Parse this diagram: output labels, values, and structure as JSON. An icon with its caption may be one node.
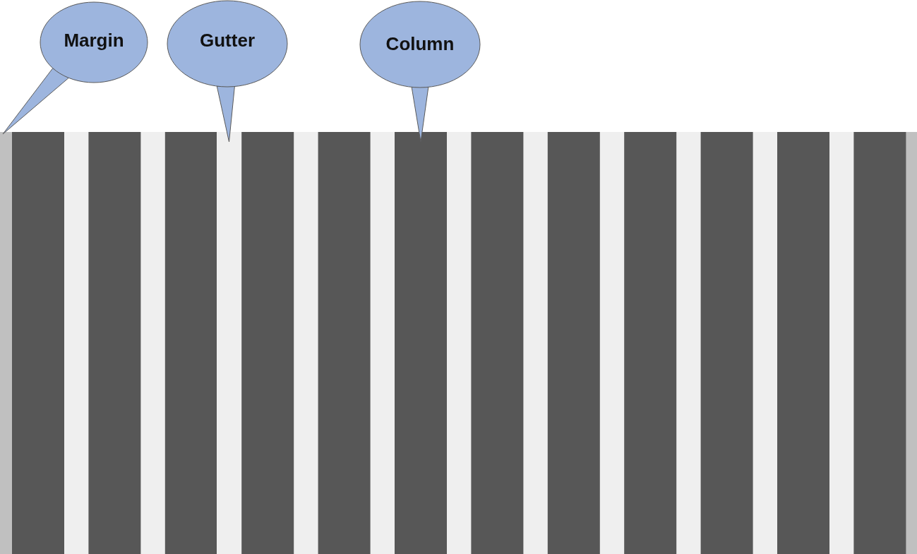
{
  "diagram": {
    "nodes": [
      {
        "text": [
          "Margin"
        ]
      },
      {
        "text": [
          "Gutter"
        ]
      },
      {
        "text": [
          "Column"
        ]
      },
      {
        "text": [],
        "shape": "bar"
      },
      {
        "text": [],
        "shape": "bar"
      },
      {
        "text": [],
        "shape": "bar"
      }
    ],
    "edges": [
      {
        "from": 0,
        "to": 3,
        "arrow": "none"
      },
      {
        "from": 1,
        "to": 4,
        "arrow": "none"
      },
      {
        "from": 2,
        "to": 5,
        "arrow": "none"
      }
    ]
  }
}
